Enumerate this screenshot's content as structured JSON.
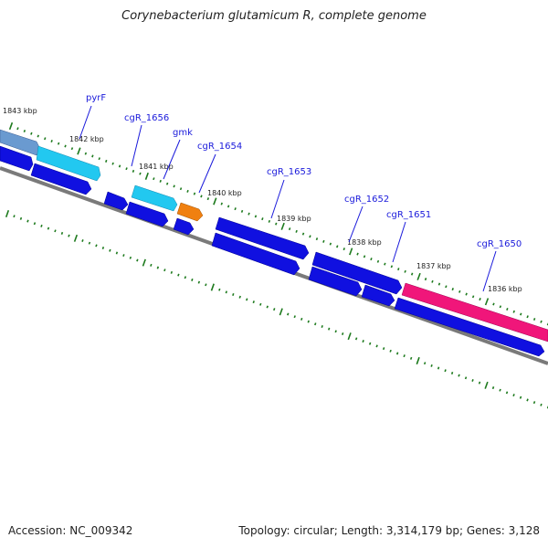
{
  "title": "Corynebacterium glutamicum R, complete genome",
  "footer": {
    "accession": "Accession: NC_009342",
    "summary": "Topology: circular; Length: 3,314,179 bp; Genes: 3,128"
  },
  "colors": {
    "background": "#ffffff",
    "backbone": "#7a7a7a",
    "tick": "#1d7a1d",
    "gene_label": "#1a1adb",
    "cds_blue": "#1010e0",
    "cds_cyan": "#22c8f0",
    "cds_orange": "#f08010",
    "cds_pink": "#f0167a",
    "cds_steel": "#6a9ad0"
  },
  "tick_labels": [
    "1843 kbp",
    "1842 kbp",
    "1841 kbp",
    "1840 kbp",
    "1839 kbp",
    "1838 kbp",
    "1837 kbp",
    "1836 kbp"
  ],
  "gene_labels": [
    "pyrF",
    "cgR_1656",
    "gmk",
    "cgR_1654",
    "cgR_1653",
    "cgR_1652",
    "cgR_1651",
    "cgR_1650"
  ]
}
